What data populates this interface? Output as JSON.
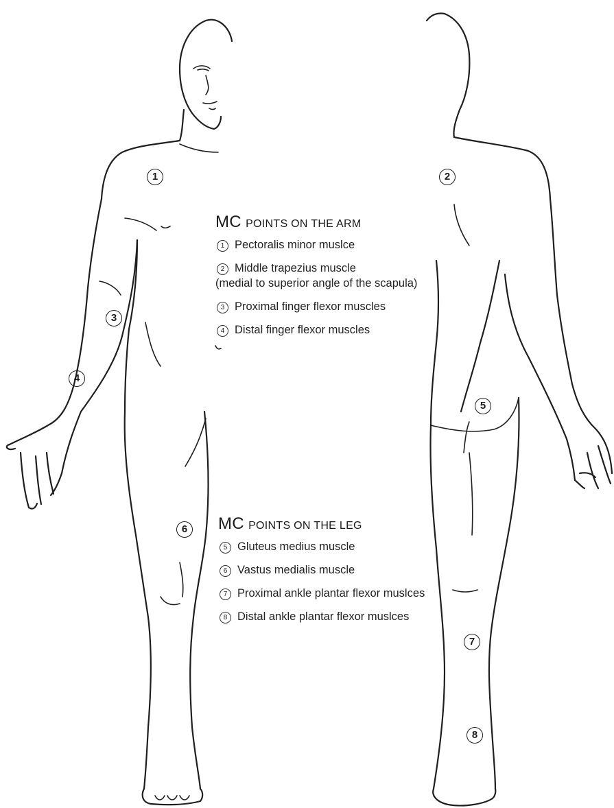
{
  "arm_legend": {
    "title_cap": "MC",
    "title_rest": "POINTS ON THE ARM",
    "items": [
      {
        "num": "1",
        "label": "Pectoralis minor muslce"
      },
      {
        "num": "2",
        "label": "Middle trapezius muscle",
        "note": "(medial to superior angle of the scapula)"
      },
      {
        "num": "3",
        "label": "Proximal finger flexor muscles"
      },
      {
        "num": "4",
        "label": "Distal finger flexor muscles"
      }
    ]
  },
  "leg_legend": {
    "title_cap": "MC",
    "title_rest": "POINTS ON THE LEG",
    "items": [
      {
        "num": "5",
        "label": "Gluteus medius muscle"
      },
      {
        "num": "6",
        "label": "Vastus medialis muscle"
      },
      {
        "num": "7",
        "label": "Proximal ankle plantar flexor muslces"
      },
      {
        "num": "8",
        "label": "Distal ankle plantar flexor muslces"
      }
    ]
  },
  "markers": [
    "1",
    "2",
    "3",
    "4",
    "5",
    "6",
    "7",
    "8"
  ]
}
